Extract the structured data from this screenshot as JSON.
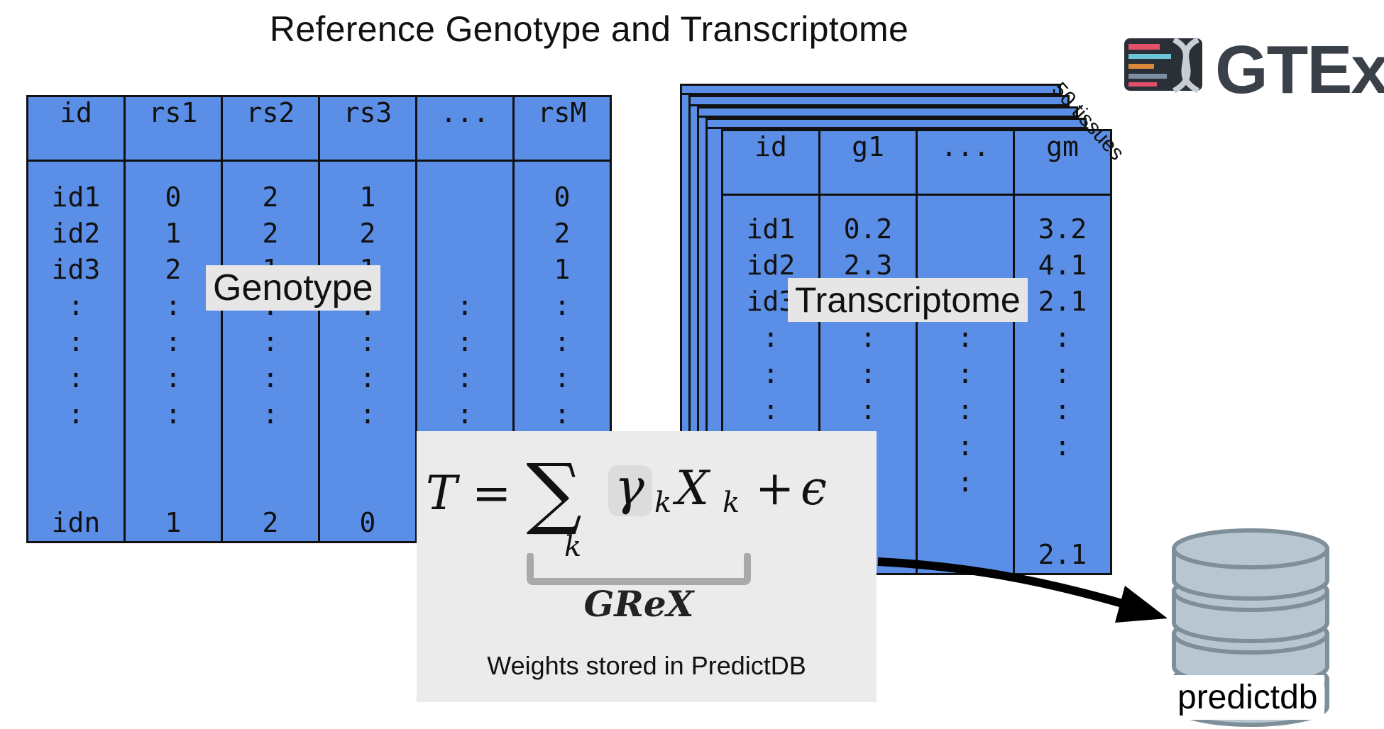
{
  "title": "Reference Genotype and Transcriptome",
  "genotype": {
    "label": "Genotype",
    "headers": [
      "id",
      "rs1",
      "rs2",
      "rs3",
      "...",
      "rsM"
    ],
    "columns": [
      "id1\nid2\nid3\n:\n:\n:\n:\n\n\nidn",
      "0\n1\n2\n:\n:\n:\n:\n\n\n1",
      "2\n2\n1\n:\n:\n:\n:\n\n\n2",
      "1\n2\n1\n:\n:\n:\n:\n\n\n0",
      "\n\n\n:\n:\n:\n:\n\n\n",
      "0\n2\n1\n:\n:\n:\n:\n\n\n"
    ]
  },
  "transcriptome": {
    "label": "Transcriptome",
    "headers": [
      "id",
      "g1",
      "...",
      "gm"
    ],
    "columns": [
      "id1\nid2\nid3\n:\n:\n:\n\n\n\n",
      "0.2\n2.3\n\n:\n:\n:\n\n\n\n2",
      "\n\n\n:\n:\n:\n:\n:\n\n",
      "3.2\n4.1\n2.1\n:\n:\n:\n:\n\n\n2.1"
    ],
    "tissues_label": "50 tissues"
  },
  "equation": {
    "lhs": "T",
    "eq": "=",
    "sum": "∑",
    "sub_k": "k",
    "gamma": "γ",
    "k1": "k",
    "X": "X",
    "k2": "k",
    "plus": "+",
    "eps": "ϵ",
    "brace_label": "GReX",
    "caption": "Weights stored in PredictDB"
  },
  "logo": {
    "text": "GTEx"
  },
  "database": {
    "label": "predictdb"
  },
  "colors": {
    "table_fill": "#5b8ee6",
    "db_fill": "#b7c6d0",
    "db_stroke": "#7f8f99",
    "logo_text": "#3a4048"
  }
}
